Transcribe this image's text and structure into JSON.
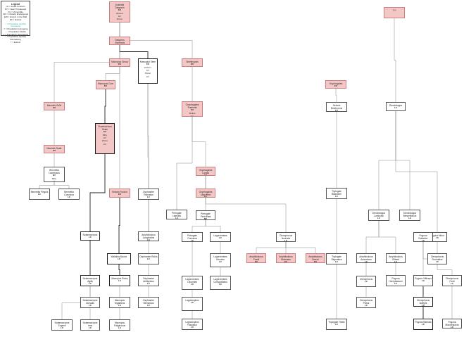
{
  "legend": {
    "title": "Legend",
    "status_lines": [
      "LC = Least Concern",
      "NT = Near Threatened",
      "VU = Vulnerable",
      "CR = Critically Endangered",
      "EW = Extinct in the Wild",
      "EX = Extinct"
    ],
    "trend_lines": [
      "↑ = Population Quickly Increasing",
      "↗ = Population Increasing",
      "→ = Population Stable",
      "↘ = Population Decreasing",
      "↓ = Population Quickly Decreasing",
      "† = Extinct"
    ]
  },
  "nodes": [
    {
      "id": "australia",
      "label": "Australia Dasyurus",
      "status": "EX",
      "sub": [
        "Western",
        "EX",
        "Mintun",
        "EX"
      ],
      "pink": true
    },
    {
      "id": "top_right",
      "label": "???",
      "status": "",
      "sub": [],
      "pink": true
    },
    {
      "id": "dasyurus_viverrinus",
      "label": "Dasyurus Viverrinus",
      "status": "EX",
      "sub": [],
      "pink": true
    },
    {
      "id": "marsupial_stem",
      "label": "Marsupial Stem",
      "status": "EX",
      "sub": [
        "Eastern",
        "EX",
        "Mintun",
        "EX"
      ],
      "pink": false
    },
    {
      "id": "macropus_group",
      "label": "Macropus Group",
      "status": "EX",
      "sub": [],
      "pink": true
    },
    {
      "id": "macropus_core",
      "label": "Macropus Core",
      "status": "EX",
      "sub": [],
      "pink": true
    },
    {
      "id": "sminthopsis",
      "label": "Sminthopsis",
      "status": "EX",
      "sub": [],
      "pink": true
    },
    {
      "id": "macrotis_gulls",
      "label": "Macrotis Gulls",
      "status": "EX",
      "sub": [],
      "pink": true
    },
    {
      "id": "macrotis_scale",
      "label": "Macrotis Scale",
      "status": "EX",
      "sub": [],
      "pink": true
    },
    {
      "id": "bennettia_lacertosus",
      "label": "Bennettia Lacertosus",
      "status": "NT",
      "sub": [
        "Bilby",
        "LC"
      ],
      "pink": false
    },
    {
      "id": "bennettia_pinguis",
      "label": "Bennettia Pinguis",
      "status": "LC",
      "sub": [],
      "pink": false
    },
    {
      "id": "bennettia_concinna",
      "label": "Bennettia Concinna",
      "status": "LC",
      "sub": [],
      "pink": false
    },
    {
      "id": "chaetocercus_scale",
      "label": "Chaetocercus Scale",
      "status": "EX",
      "sub": [
        "Bilby",
        "EX",
        "Mintun",
        "EX"
      ],
      "pink": true
    },
    {
      "id": "onychogalea",
      "label": "Onychogalea",
      "status": "EX",
      "sub": [],
      "pink": true
    },
    {
      "id": "onychogalea_fraenata",
      "label": "Onychogalea Fraenata",
      "status": "EX",
      "sub": [
        "Bridled",
        "EX"
      ],
      "pink": true
    },
    {
      "id": "onychogalea_lunata",
      "label": "Onychogalea Lunata",
      "status": "EX",
      "sub": [],
      "pink": true
    },
    {
      "id": "onychogalea_unguifera",
      "label": "Onychogalea Unguifera",
      "status": "EX",
      "sub": [],
      "pink": true
    },
    {
      "id": "setonix_fuscior",
      "label": "Setonix Fuscior",
      "status": "EX",
      "sub": [],
      "pink": true
    },
    {
      "id": "setonix_brachyurus",
      "label": "Setonix Brachyurus",
      "status": "LC",
      "sub": [],
      "pink": false
    },
    {
      "id": "amphibolurus_fossil",
      "label": "Amphibolurus Fossil",
      "status": "EX",
      "sub": [],
      "pink": true
    },
    {
      "id": "amphibolurus_muricatus",
      "label": "Amphibolurus Muricatus",
      "status": "EX",
      "sub": [],
      "pink": true
    },
    {
      "id": "amphibolurus_norrisi",
      "label": "Amphibolurus Norrisi",
      "status": "EX",
      "sub": [],
      "pink": true
    },
    {
      "id": "ctenophorus_nuchalis",
      "label": "Ctenophorus Nuchalis",
      "status": "LC",
      "sub": [],
      "pink": false
    },
    {
      "id": "petrogale_lateralis",
      "label": "Petrogale Lateralis",
      "status": "LC",
      "sub": [],
      "pink": false
    },
    {
      "id": "petrogale_penicillata",
      "label": "Petrogale Penicillata",
      "status": "NT",
      "sub": [
        "Eastern",
        "LC"
      ],
      "pink": false
    },
    {
      "id": "petrogale_concinna",
      "label": "Petrogale Concinna",
      "status": "LC",
      "sub": [],
      "pink": false
    },
    {
      "id": "lagorchestes",
      "label": "Lagorchestes",
      "status": "LC",
      "sub": [],
      "pink": false
    },
    {
      "id": "lagorchestes_hirsutus",
      "label": "Lagorchestes Hirsutus",
      "status": "LC",
      "sub": [],
      "pink": false
    },
    {
      "id": "lagorchestes_conspicillatus",
      "label": "Lagorchestes Conspicillatus",
      "status": "LC",
      "sub": [],
      "pink": false
    },
    {
      "id": "lagorchestes_leporides",
      "label": "Lagorchestes Leporides",
      "status": "LC",
      "sub": [],
      "pink": false
    },
    {
      "id": "lagostrophus",
      "label": "Lagostrophus",
      "status": "LC",
      "sub": [],
      "pink": false
    },
    {
      "id": "lagostrophus_fasciatus",
      "label": "Lagostrophus Fasciatus",
      "status": "LC",
      "sub": [],
      "pink": false
    },
    {
      "id": "notamacropus",
      "label": "Notamacropus",
      "status": "LC",
      "sub": [],
      "pink": false
    },
    {
      "id": "notamacropus_agilis",
      "label": "Notamacropus Agilis",
      "status": "LC",
      "sub": [],
      "pink": false
    },
    {
      "id": "notamacropus_dorsalis",
      "label": "Notamacropus Dorsalis",
      "status": "LC",
      "sub": [],
      "pink": false
    },
    {
      "id": "notamacropus_eugenii",
      "label": "Notamacropus Eugenii",
      "status": "LC",
      "sub": [],
      "pink": false
    },
    {
      "id": "notamacropus_irma",
      "label": "Notamacropus Irma",
      "status": "LC",
      "sub": [],
      "pink": false
    },
    {
      "id": "wallabia_bicolor",
      "label": "Wallabia Bicolor",
      "status": "LC",
      "sub": [],
      "pink": false
    },
    {
      "id": "macropus_rufus",
      "label": "Macropus Rufus",
      "status": "LC",
      "sub": [],
      "pink": false
    },
    {
      "id": "macropus_giganteus",
      "label": "Macropus Giganteus",
      "status": "LC",
      "sub": [],
      "pink": false
    },
    {
      "id": "macropus_fuliginosus",
      "label": "Macropus Fuliginosus",
      "status": "LC",
      "sub": [],
      "pink": false
    },
    {
      "id": "osphranter_robustus",
      "label": "Osphranter Robustus",
      "status": "LC",
      "sub": [],
      "pink": false
    },
    {
      "id": "osphranter_rufus",
      "label": "Osphranter Rufus",
      "status": "LC",
      "sub": [],
      "pink": false
    },
    {
      "id": "osphranter_antilopinus",
      "label": "Osphranter Antilopinus",
      "status": "LC",
      "sub": [],
      "pink": false
    },
    {
      "id": "osphranter_bernardus",
      "label": "Osphranter Bernardus",
      "status": "LC",
      "sub": [],
      "pink": false
    },
    {
      "id": "thylogale_stigmatica",
      "label": "Thylogale Stigmatica",
      "status": "LC",
      "sub": [],
      "pink": false
    },
    {
      "id": "thylogale_thetis",
      "label": "Thylogale Thetis",
      "status": "LC",
      "sub": [],
      "pink": false
    },
    {
      "id": "thylogale_billardierii",
      "label": "Thylogale Billardierii",
      "status": "LC",
      "sub": [],
      "pink": false
    },
    {
      "id": "dendrolagus",
      "label": "Dendrolagus",
      "status": "LC",
      "sub": [],
      "pink": false
    },
    {
      "id": "dendrolagus_lumholtzi",
      "label": "Dendrolagus Lumholtzi",
      "status": "LC",
      "sub": [],
      "pink": false
    },
    {
      "id": "dendrolagus_bennettianus",
      "label": "Dendrolagus Bennettianus",
      "status": "LC",
      "sub": [],
      "pink": false
    },
    {
      "id": "amphibolurus_antarcticus",
      "label": "Amphibolurus Antarcticus",
      "status": "LC",
      "sub": [],
      "pink": false
    },
    {
      "id": "amphibolurus_gilberti",
      "label": "Amphibolurus Gilberti",
      "status": "LC",
      "sub": [],
      "pink": false
    },
    {
      "id": "ctenophorus",
      "label": "Ctenophorus",
      "status": "LC",
      "sub": [],
      "pink": false
    },
    {
      "id": "ctenophorus_pictus",
      "label": "Ctenophorus Pictus",
      "status": "LC",
      "sub": [],
      "pink": false
    },
    {
      "id": "ctenophorus_scutulatus",
      "label": "Ctenophorus Scutulatus",
      "status": "LC",
      "sub": [],
      "pink": false
    },
    {
      "id": "ctenophorus_fordi",
      "label": "Ctenophorus Fordi",
      "status": "LC",
      "sub": [],
      "pink": false
    },
    {
      "id": "ctenophorus_isolepis",
      "label": "Ctenophorus Isolepis",
      "status": "LC",
      "sub": [],
      "pink": false
    },
    {
      "id": "pogona_vitticeps",
      "label": "Pogona Vitticeps",
      "status": "LC",
      "sub": [],
      "pink": false
    },
    {
      "id": "pogona_barbata",
      "label": "Pogona Barbata",
      "status": "LC",
      "sub": [],
      "pink": false
    },
    {
      "id": "pogona_minor",
      "label": "Pogona Minor",
      "status": "LC",
      "sub": [],
      "pink": false
    },
    {
      "id": "pogona_nullarbor",
      "label": "Pogona Nullarbor",
      "status": "LC",
      "sub": [],
      "pink": false
    },
    {
      "id": "pogona_henrylawsoni",
      "label": "Pogona Henrylawsoni",
      "status": "LC",
      "sub": [],
      "pink": false
    },
    {
      "id": "pogona_microlepidota",
      "label": "Pogona Microlepidota",
      "status": "LC",
      "sub": [],
      "pink": false
    },
    {
      "id": "amphibolurus_longirostris",
      "label": "Amphibolurus Longirostris",
      "status": "LC",
      "sub": [],
      "pink": false
    }
  ]
}
